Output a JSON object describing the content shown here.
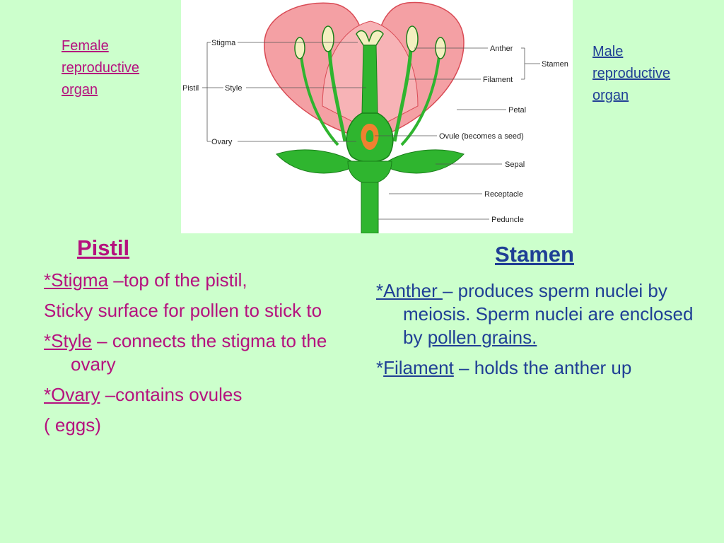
{
  "side_labels": {
    "female": "Female\nreproductive\norgan",
    "male": "Male\nreproductive\norgan"
  },
  "diagram": {
    "labels": {
      "stigma": "Stigma",
      "pistil": "Pistil",
      "style": "Style",
      "ovary": "Ovary",
      "anther": "Anther",
      "stamen": "Stamen",
      "filament": "Filament",
      "petal": "Petal",
      "ovule": "Ovule  (becomes a seed)",
      "sepal": "Sepal",
      "receptacle": "Receptacle",
      "peduncle": "Peduncle"
    },
    "colors": {
      "petal": "#f4a0a4",
      "petal_edge": "#d94b55",
      "green": "#2fb52f",
      "green_dark": "#1a7f1a",
      "anther": "#f3f0c0",
      "ovule": "#f08030"
    }
  },
  "pistil": {
    "heading": "Pistil",
    "items": [
      {
        "term": "*Stigma",
        "desc": " –top of the pistil,"
      },
      {
        "term": "",
        "desc": "Sticky surface for pollen to stick to"
      },
      {
        "term": "*Style",
        "desc": " – connects the stigma to the ovary"
      },
      {
        "term": "*Ovary",
        "desc": " –contains ovules"
      },
      {
        "term": "",
        "desc": " ( eggs)"
      }
    ]
  },
  "stamen": {
    "heading": "Stamen",
    "anther": {
      "term": "*Anther ",
      "desc": "– produces sperm nuclei by meiosis. Sperm nuclei are enclosed by ",
      "link": "pollen grains."
    },
    "filament": {
      "prefix": "*",
      "term": "Filament",
      "desc": " – holds the anther up"
    },
    "colors": {
      "stamen_text": "#1f3f95",
      "pistil_text": "#b5117e",
      "background": "#ccffcc"
    }
  }
}
